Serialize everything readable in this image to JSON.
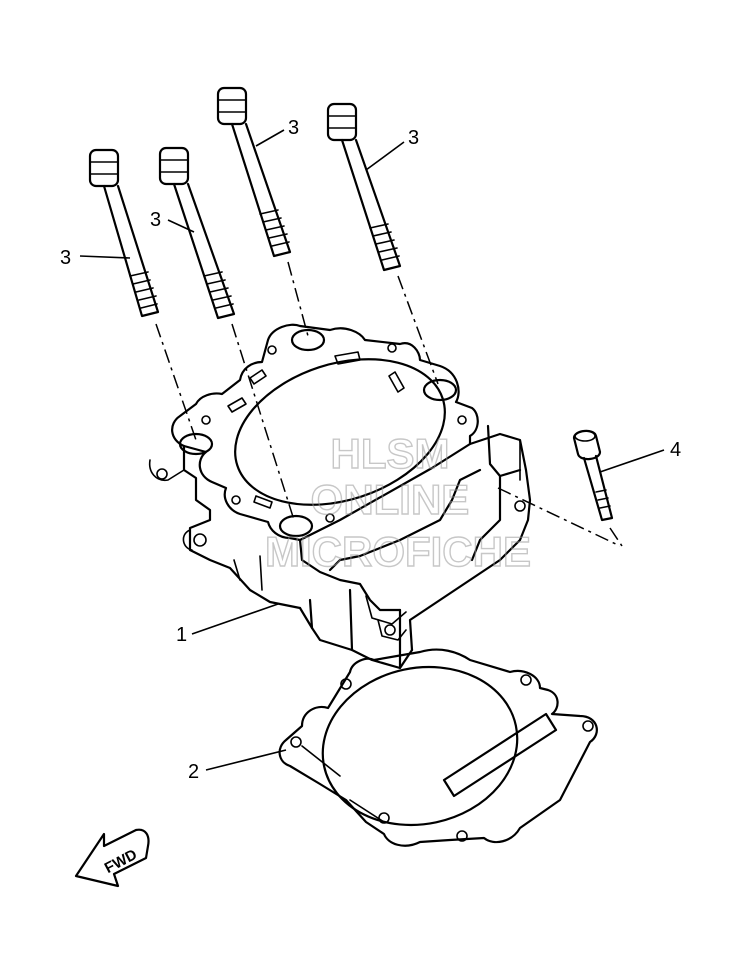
{
  "callouts": {
    "cylinder": "1",
    "gasket": "2",
    "stud_bolt": "3",
    "bolt": "4"
  },
  "direction_arrow": {
    "label": "FWD"
  },
  "watermark": {
    "line1": "HLSM",
    "line2": "ONLINE",
    "line3": "MICROFICHE"
  },
  "colors": {
    "line": "#000000",
    "background": "#ffffff",
    "watermark": "#9a9a9a"
  }
}
